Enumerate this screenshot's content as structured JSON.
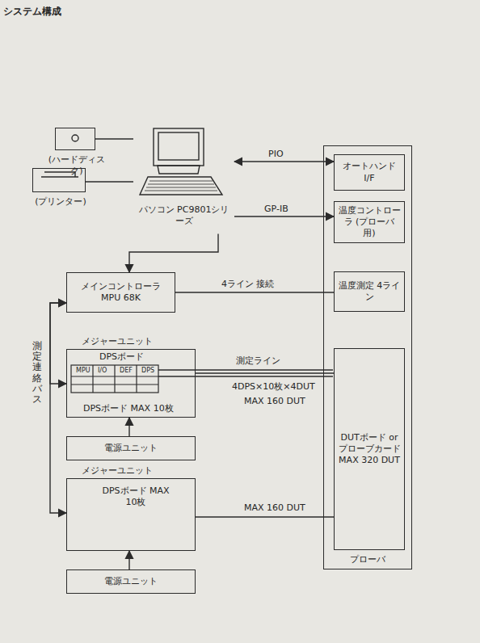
{
  "diagram": {
    "title": "システム構成",
    "nodes": [
      {
        "text": [
          "(ハードディスク)"
        ]
      },
      {
        "text": [
          "(プリンター)"
        ]
      },
      {
        "text": [
          "パソコン PC9801シリーズ"
        ]
      },
      {
        "text": [
          "プローバ"
        ]
      },
      {
        "text": [
          "オートハンド I/F"
        ],
        "in": 3
      },
      {
        "text": [
          "温度コントローラ (プローバ用)"
        ],
        "in": 3
      },
      {
        "text": [
          "温度測定 4ライン"
        ],
        "in": 3
      },
      {
        "text": [
          "DUTボード or プローブカード",
          "MAX 320 DUT"
        ],
        "in": 3
      },
      {
        "text": [
          "メインコントローラ",
          "MPU 68K"
        ]
      },
      {
        "text": [
          "メジャーユニット",
          "DPSボード",
          "DPSボード MAX 10枚"
        ]
      },
      {
        "text": [
          "電源ユニット"
        ]
      },
      {
        "text": [
          "メジャーユニット",
          "DPSボード MAX 10枚"
        ]
      },
      {
        "text": [
          "電源ユニット"
        ]
      }
    ],
    "edges": [
      {
        "from": 2,
        "to": 0,
        "arrow": "none"
      },
      {
        "from": 2,
        "to": 1,
        "arrow": "none"
      },
      {
        "from": 2,
        "to": 4,
        "label": "PIO",
        "arrow": "both"
      },
      {
        "from": 2,
        "to": 5,
        "label": "GP-IB",
        "arrow": "to"
      },
      {
        "from": 2,
        "to": 8,
        "arrow": "to"
      },
      {
        "from": 8,
        "to": 6,
        "label": "4ライン 接続",
        "arrow": "none"
      },
      {
        "from": 9,
        "to": 7,
        "label": "測定ライン",
        "arrow": "none"
      },
      {
        "from": 11,
        "to": 7,
        "label": "MAX 160 DUT",
        "arrow": "none"
      },
      {
        "from": 10,
        "to": 9,
        "arrow": "to"
      },
      {
        "from": 12,
        "to": 11,
        "arrow": "to"
      },
      {
        "from": 8,
        "to": 9,
        "arrow": "both"
      },
      {
        "from": 8,
        "to": 11,
        "arrow": "both"
      }
    ],
    "labels": [
      "測定連絡バス",
      "4DPS×10枚×4DUT",
      "MAX 160 DUT",
      "MPU",
      "I/O",
      "DEF",
      "DPS"
    ]
  }
}
